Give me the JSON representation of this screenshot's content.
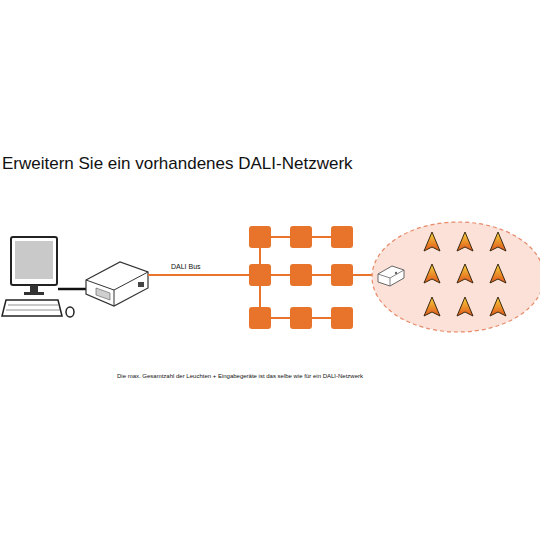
{
  "diagram": {
    "title": "Erweitern Sie ein vorhandenes DALI-Netzwerk",
    "caption": "Die max. Gesamtzahl der Leuchten + Eingabegeräte ist das selbe wie für ein DALI-Netzwerk",
    "labels": [
      "DALI Bus"
    ]
  }
}
